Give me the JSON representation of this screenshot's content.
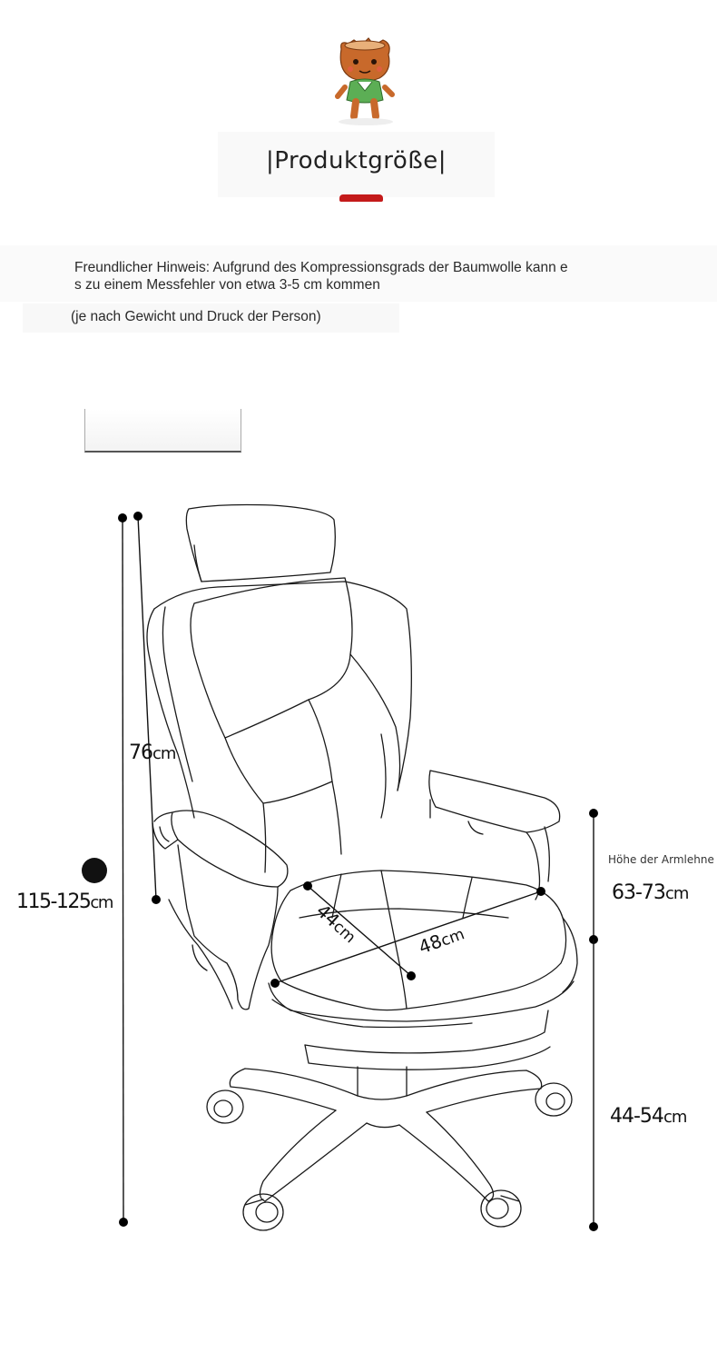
{
  "header": {
    "title": "|Produktgröße|"
  },
  "note": {
    "line1": "Freundlicher Hinweis: Aufgrund des Kompressionsgrads der Baumwolle kann e",
    "line2": "s zu einem Messfehler von etwa 3-5 cm kommen",
    "line3": "(je nach Gewicht und Druck der Person)"
  },
  "dimensions": {
    "backrest": {
      "value": "76",
      "unit": "cm"
    },
    "total_height": {
      "value": "115-125",
      "unit": "cm"
    },
    "armrest_title": "Höhe der Armlehne",
    "armrest": {
      "value": "63-73",
      "unit": "cm"
    },
    "seat_height": {
      "value": "44-54",
      "unit": "cm"
    },
    "seat_depth": {
      "value": "44",
      "unit": "cm"
    },
    "seat_width": {
      "value": "48",
      "unit": "cm"
    }
  },
  "colors": {
    "accent": "#c41a1a",
    "line": "#1a1a1a"
  },
  "icons": {
    "mascot": "tree-stump-mascot-icon"
  }
}
